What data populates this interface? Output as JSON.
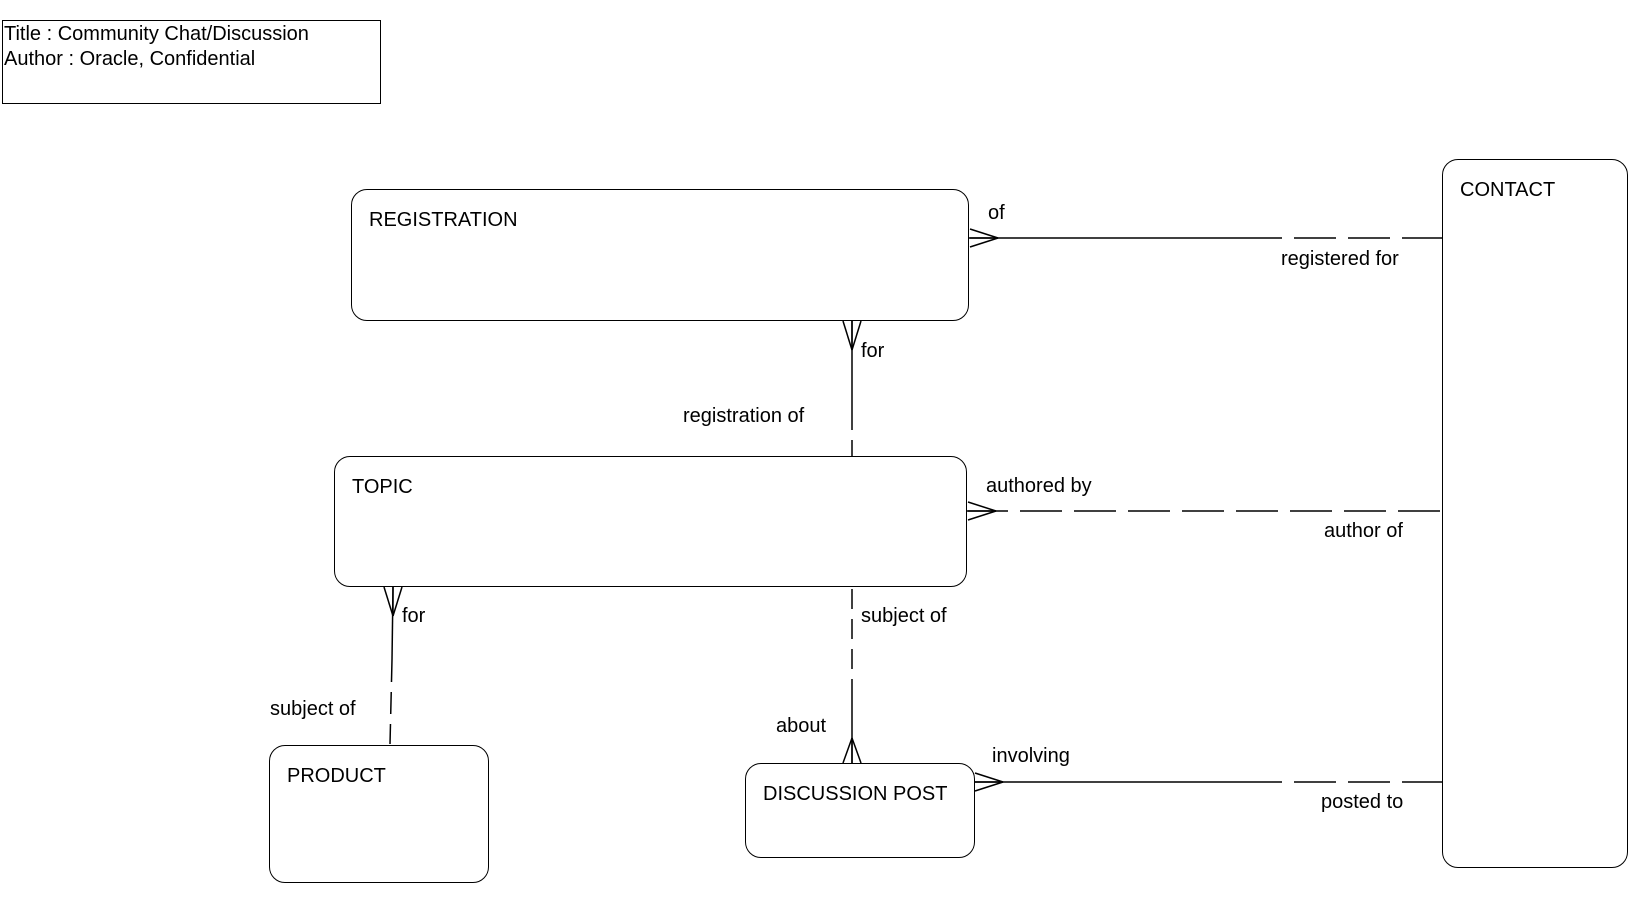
{
  "title_block": {
    "title_line": "Title : Community Chat/Discussion",
    "author_line": "Author : Oracle, Confidential"
  },
  "entities": {
    "registration": "REGISTRATION",
    "topic": "TOPIC",
    "product": "PRODUCT",
    "discussion_post": "DISCUSSION POST",
    "contact": "CONTACT"
  },
  "relationships": {
    "registration_contact": {
      "registration_end": "of",
      "contact_end": "registered for"
    },
    "registration_topic": {
      "registration_end": "for",
      "topic_end": "registration of"
    },
    "topic_contact": {
      "topic_end": "authored by",
      "contact_end": "author of"
    },
    "topic_product": {
      "topic_end": "for",
      "product_end": "subject of"
    },
    "topic_post": {
      "topic_end": "subject of",
      "post_end": "about"
    },
    "post_contact": {
      "post_end": "involving",
      "contact_end": "posted to"
    }
  }
}
